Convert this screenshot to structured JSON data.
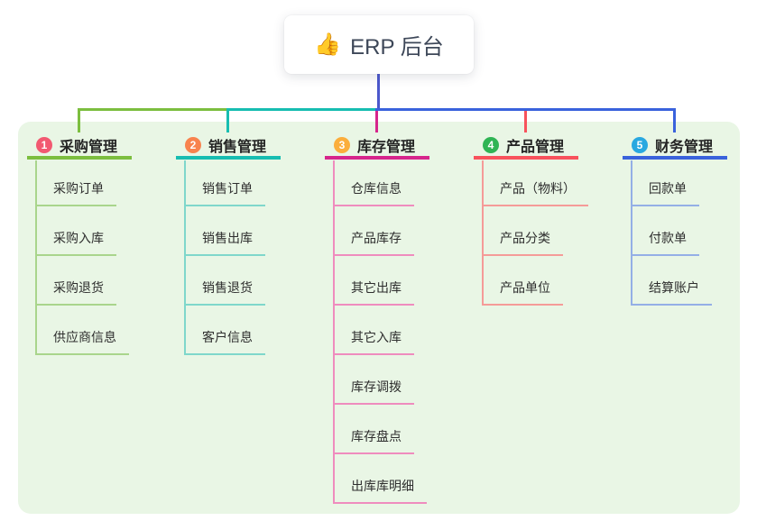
{
  "root": {
    "icon": "👍",
    "label": "ERP 后台"
  },
  "panel": {
    "background": "#E9F6E5"
  },
  "connector": {
    "root_line_color": "#4C58CC"
  },
  "branches": [
    {
      "badge": "1",
      "label": "采购管理",
      "badge_color": "#F25971",
      "line_color": "#7CBE3F",
      "child_line_color": "#A9D58C",
      "children": [
        "采购订单",
        "采购入库",
        "采购退货",
        "供应商信息"
      ]
    },
    {
      "badge": "2",
      "label": "销售管理",
      "badge_color": "#F8834E",
      "line_color": "#17BDB1",
      "child_line_color": "#7FD7CB",
      "children": [
        "销售订单",
        "销售出库",
        "销售退货",
        "客户信息"
      ]
    },
    {
      "badge": "3",
      "label": "库存管理",
      "badge_color": "#FBAE3C",
      "line_color": "#D6258C",
      "child_line_color": "#EF8CBE",
      "children": [
        "仓库信息",
        "产品库存",
        "其它出库",
        "其它入库",
        "库存调拨",
        "库存盘点",
        "出库库明细"
      ]
    },
    {
      "badge": "4",
      "label": "产品管理",
      "badge_color": "#2FB454",
      "line_color": "#F8525C",
      "child_line_color": "#F59B98",
      "children": [
        "产品（物料）",
        "产品分类",
        "产品单位"
      ]
    },
    {
      "badge": "5",
      "label": "财务管理",
      "badge_color": "#29A8E0",
      "line_color": "#3A62DC",
      "child_line_color": "#94AFE6",
      "children": [
        "回款单",
        "付款单",
        "结算账户"
      ]
    }
  ]
}
